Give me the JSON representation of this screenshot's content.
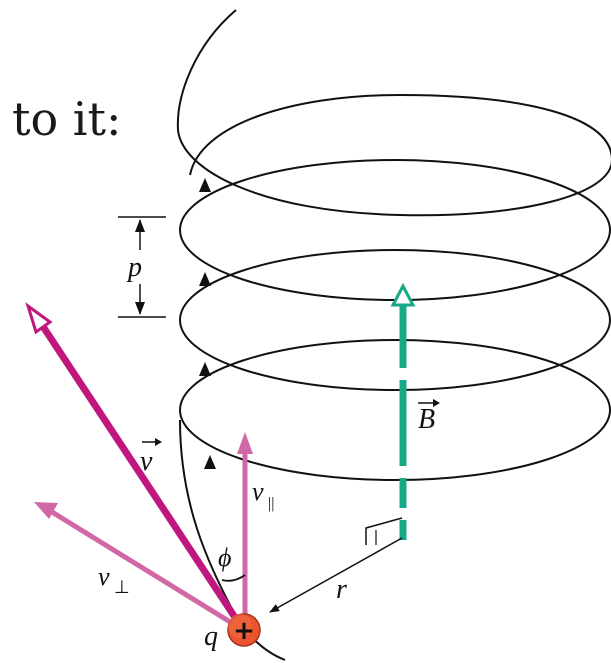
{
  "caption": "to it:",
  "labels": {
    "pitch": "p",
    "field": "B",
    "velocity": "v",
    "v_parallel": "v",
    "v_parallel_sub": "||",
    "v_perp": "v",
    "v_perp_sub": "⊥",
    "angle": "ϕ",
    "radius": "r",
    "charge": "q",
    "charge_sign": "+"
  },
  "colors": {
    "field": "#17a887",
    "velocity": "#c0177e",
    "components": "#d267a6",
    "charge": "#e8552f",
    "helix": "#111111"
  }
}
